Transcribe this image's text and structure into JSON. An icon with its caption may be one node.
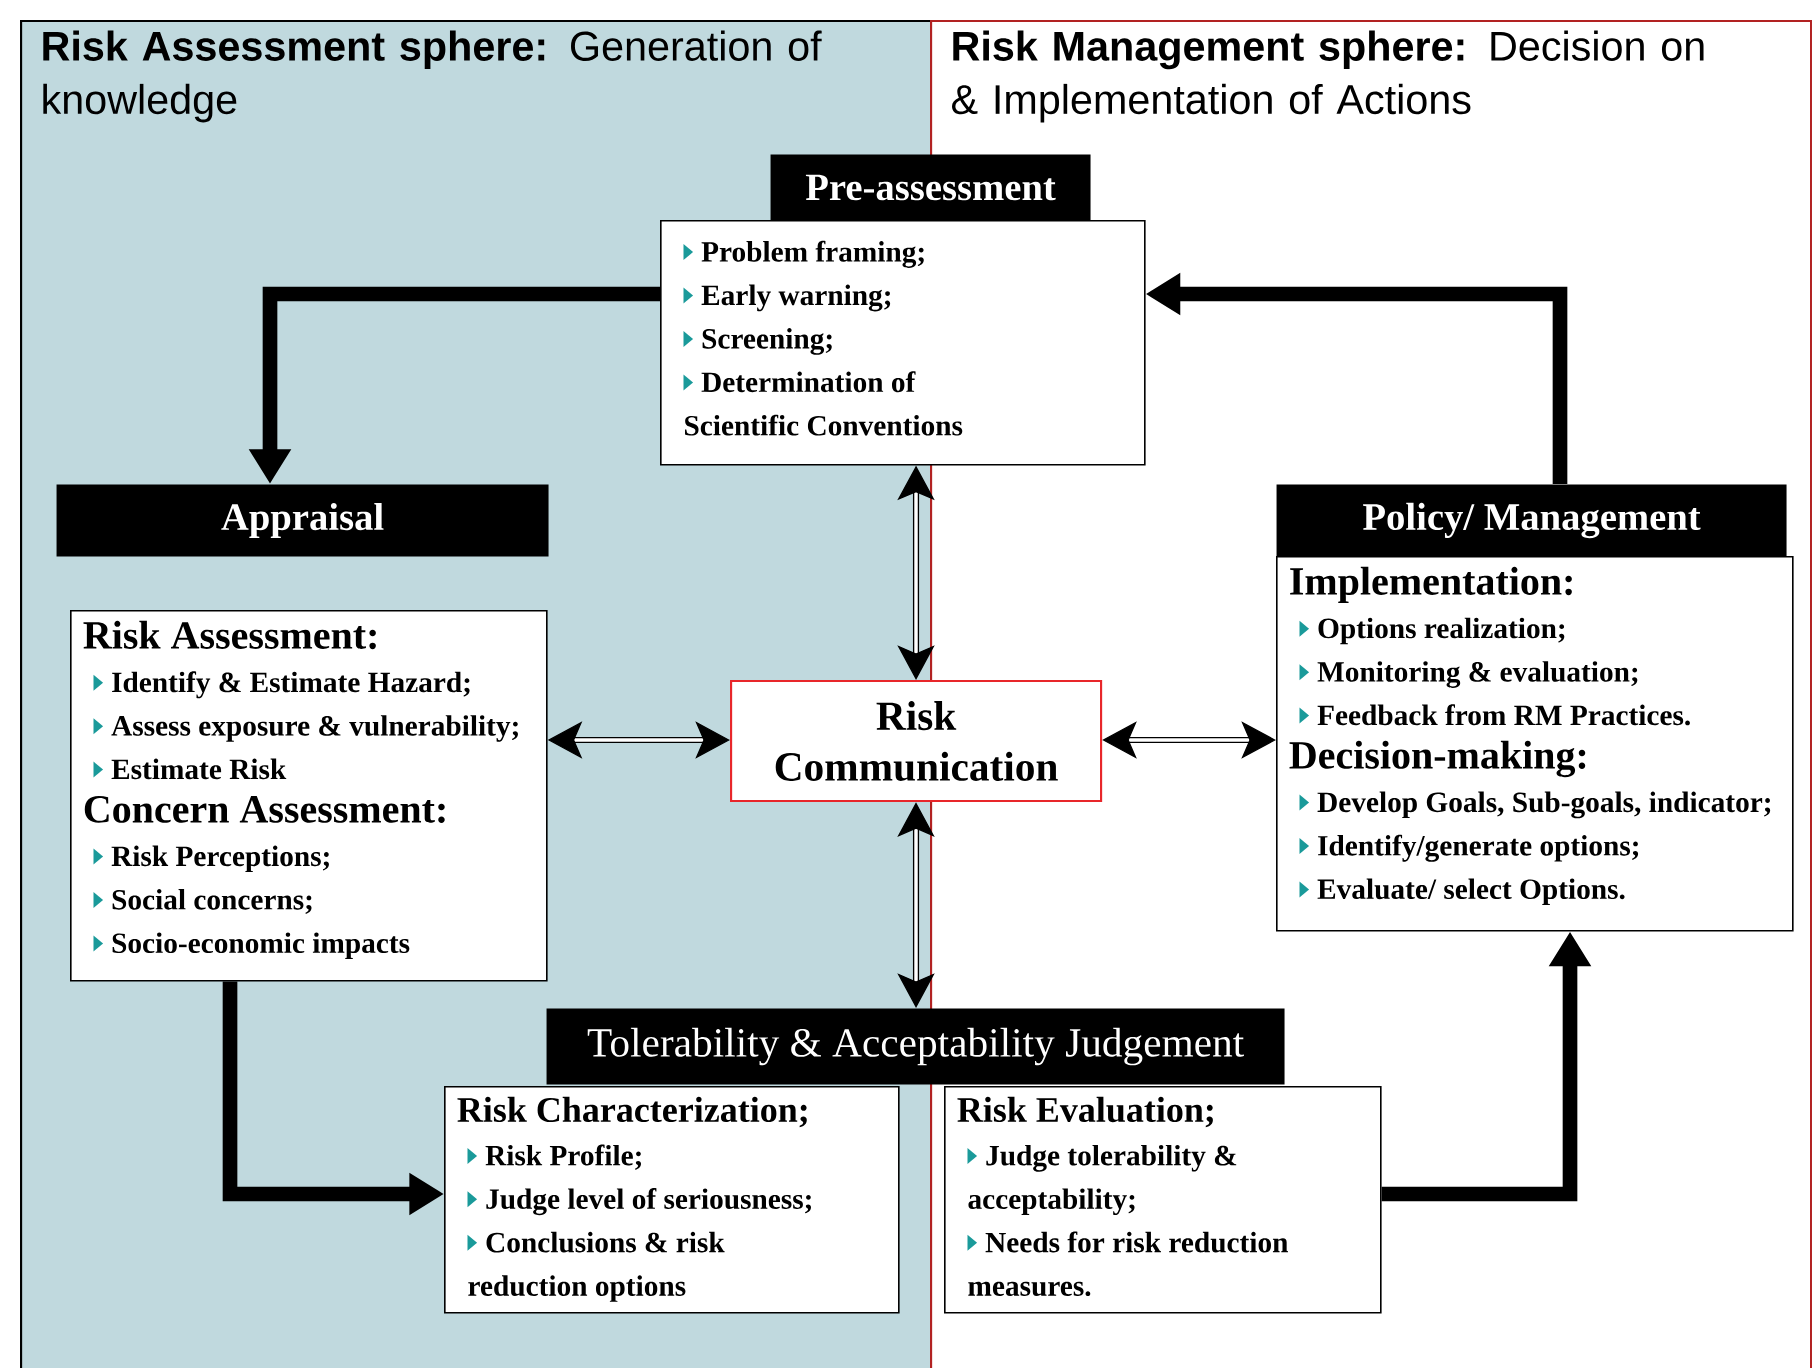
{
  "diagram": {
    "nodes": [
      {
        "text": [
          "**Risk Assessment sphere:** Generation of knowledge"
        ]
      },
      {
        "text": [
          "**Risk Management sphere:** Decision on & Implementation of Actions"
        ]
      },
      {
        "text": [
          "Pre-assessment"
        ]
      },
      {
        "text": [
          "Problem framing;",
          "Early warning;",
          "Screening;",
          "Determination of Scientific Conventions"
        ]
      },
      {
        "text": [
          "Appraisal"
        ],
        "in": 0
      },
      {
        "text": [
          "Risk Assessment:",
          "Identify & Estimate Hazard;",
          "Assess exposure & vulnerability;",
          "Estimate Risk",
          "Concern Assessment:",
          "Risk Perceptions;",
          "Social concerns;",
          "Socio-economic impacts"
        ],
        "in": 0
      },
      {
        "text": [
          "Risk Communication"
        ]
      },
      {
        "text": [
          "Policy/ Management"
        ],
        "in": 1
      },
      {
        "text": [
          "Implementation:",
          "Options realization;",
          "Monitoring & evaluation;",
          "Feedback from RM Practices.",
          "Decision-making:",
          "Develop Goals, Sub-goals, indicator;",
          "Identify/generate options;",
          "Evaluate/ select Options."
        ],
        "in": 1
      },
      {
        "text": [
          "Tolerability & Acceptability Judgement"
        ]
      },
      {
        "text": [
          "Risk Characterization;",
          "Risk Profile;",
          "Judge level of seriousness;",
          "Conclusions & risk reduction options"
        ],
        "in": 0
      },
      {
        "text": [
          "Risk Evaluation;",
          "Judge tolerability & acceptability;",
          "Needs for risk reduction measures."
        ],
        "in": 1
      }
    ],
    "edges": [
      {
        "from": 3,
        "to": 4,
        "arrow": "to",
        "style": "thick"
      },
      {
        "from": 5,
        "to": 10,
        "arrow": "to",
        "style": "thick"
      },
      {
        "from": 11,
        "to": 8,
        "arrow": "to",
        "style": "thick"
      },
      {
        "from": 7,
        "to": 3,
        "arrow": "to",
        "style": "thick"
      },
      {
        "from": 3,
        "to": 6,
        "arrow": "both"
      },
      {
        "from": 6,
        "to": 9,
        "arrow": "both"
      },
      {
        "from": 5,
        "to": 6,
        "arrow": "both"
      },
      {
        "from": 6,
        "to": 8,
        "arrow": "both"
      }
    ]
  }
}
